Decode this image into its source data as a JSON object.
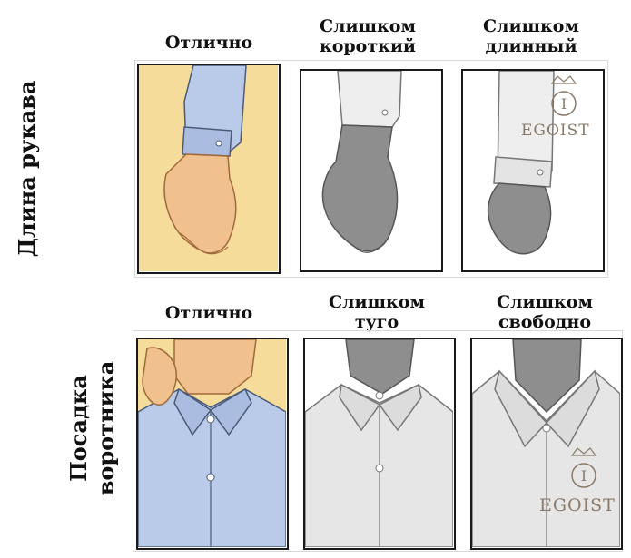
{
  "sleeve": {
    "row_label": "Длина рукава",
    "headers": [
      {
        "line1": "Отлично",
        "line2": ""
      },
      {
        "line1": "Слишком",
        "line2": "короткий"
      },
      {
        "line1": "Слишком",
        "line2": "длинный"
      }
    ]
  },
  "collar": {
    "row_label_line1": "Посадка",
    "row_label_line2": "воротника",
    "headers": [
      {
        "line1": "Отлично",
        "line2": ""
      },
      {
        "line1": "Слишком",
        "line2": "туго"
      },
      {
        "line1": "Слишком",
        "line2": "свободно"
      }
    ]
  },
  "watermark": {
    "letter": "I",
    "brand": "EGOIST"
  },
  "colors": {
    "good_bg": "#f5dc9a",
    "skin": "#f0c08e",
    "shirt_blue": "#b9cbe8",
    "gray_skin": "#8e8e8e",
    "gray_shirt": "#e6e6e6"
  }
}
